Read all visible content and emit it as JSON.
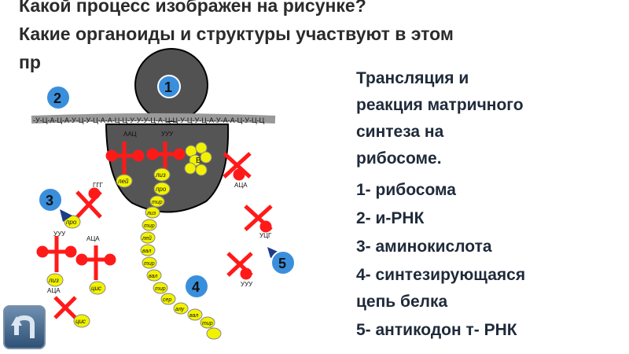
{
  "question": {
    "line1": "Какой процесс изображен на рисунке?",
    "line2": "Какие органоиды и структуры участвуют в этом",
    "line3": "пр"
  },
  "answer": {
    "line1": "Трансляция и",
    "line2": "реакция матричного",
    "line3": "синтеза на",
    "line4": "рибосоме.",
    "item1": "1- рибосома",
    "item2": "2- и-РНК",
    "item3": "3- аминокислота",
    "item4": "4- синтезирующаяся",
    "item4b": "цепь белка",
    "item5": "5- антикодон т- РНК"
  },
  "markers": {
    "m1": "1",
    "m2": "2",
    "m3": "3",
    "m4": "4",
    "m5": "5"
  },
  "mrna_text": "-У-Ц-А-Ц-А-У-Ц-У-Ц-А-А-Ц-Ц-У-У-У-Ц-А-Ц-Ц-У-Ц-У-Ц-А-У-А-А-Ц-У-Ц-Ц",
  "codons": {
    "aac": "ААЦ",
    "uuu": "УУУ"
  },
  "ribosome_letter": "В",
  "trna_labels": {
    "ggg": "ГГГ",
    "uuu_left": "УУУ",
    "aca_mid": "АЦА",
    "aca_low": "АЦА",
    "aca_right": "АЦА",
    "ucg": "УЦГ",
    "uuu_right": "УУУ"
  },
  "amino_acids": {
    "ribo_a": "лей",
    "ribo_b": "лиз",
    "ribo_c": "про",
    "chain": [
      "тир",
      "лиз",
      "тир",
      "лей",
      "вал",
      "тир",
      "вал",
      "тир",
      "сер",
      "алу",
      "вал",
      "тир"
    ],
    "pro_free": "про",
    "liz_free": "лиз",
    "tsis1": "цис",
    "tsis2": "цис"
  },
  "colors": {
    "red": "#ff1a1a",
    "yellow": "#f2f200",
    "ribosome": "#555555",
    "marker": "#3a8fdc"
  },
  "back_icon": "back-arrow-icon"
}
